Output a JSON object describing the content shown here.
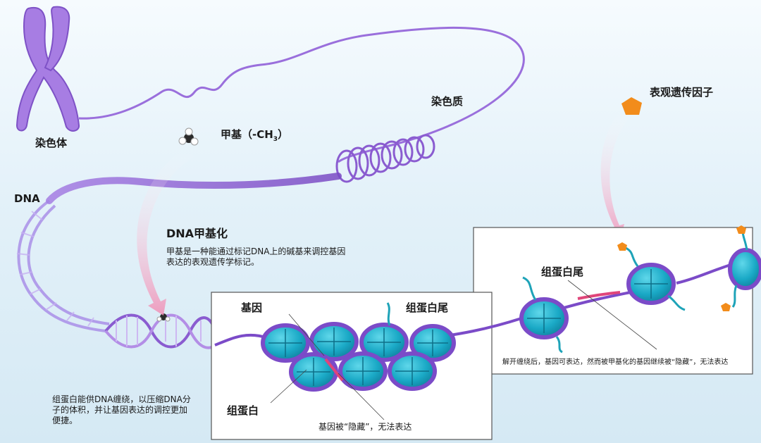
{
  "labels": {
    "chromosome": "染色体",
    "chromatin": "染色质",
    "dna": "DNA",
    "methyl_prefix": "甲基（-CH",
    "methyl_sub": "3",
    "methyl_suffix": "）",
    "epigenetic_factor": "表观遗传因子",
    "dna_methylation_title": "DNA甲基化",
    "dna_methylation_desc": "甲基是一种能通过标记DNA上的碱基来调控基因表达的表观遗传学标记。",
    "histone_desc": "组蛋白能供DNA缠绕，以压缩DNA分子的体积，并让基因表达的调控更加便捷。",
    "gene": "基因",
    "histone_tail_left": "组蛋白尾",
    "histone": "组蛋白",
    "gene_hidden": "基因被“隐藏”，无法表达",
    "histone_tail_right": "组蛋白尾",
    "unwind_desc": "解开缠绕后，基因可表达，然而被甲基化的基因继续被“隐藏”，无法表达"
  },
  "colors": {
    "dna_purple": "#8a5cd0",
    "dna_light": "#b795ec",
    "histone_blue": "#1bb0cc",
    "histone_ring": "#7b4bc8",
    "tail_teal": "#1ea3b8",
    "methyl_pink": "#e0457a",
    "factor_orange": "#f28c1b",
    "arrow_pink": "#f2a5c4"
  }
}
